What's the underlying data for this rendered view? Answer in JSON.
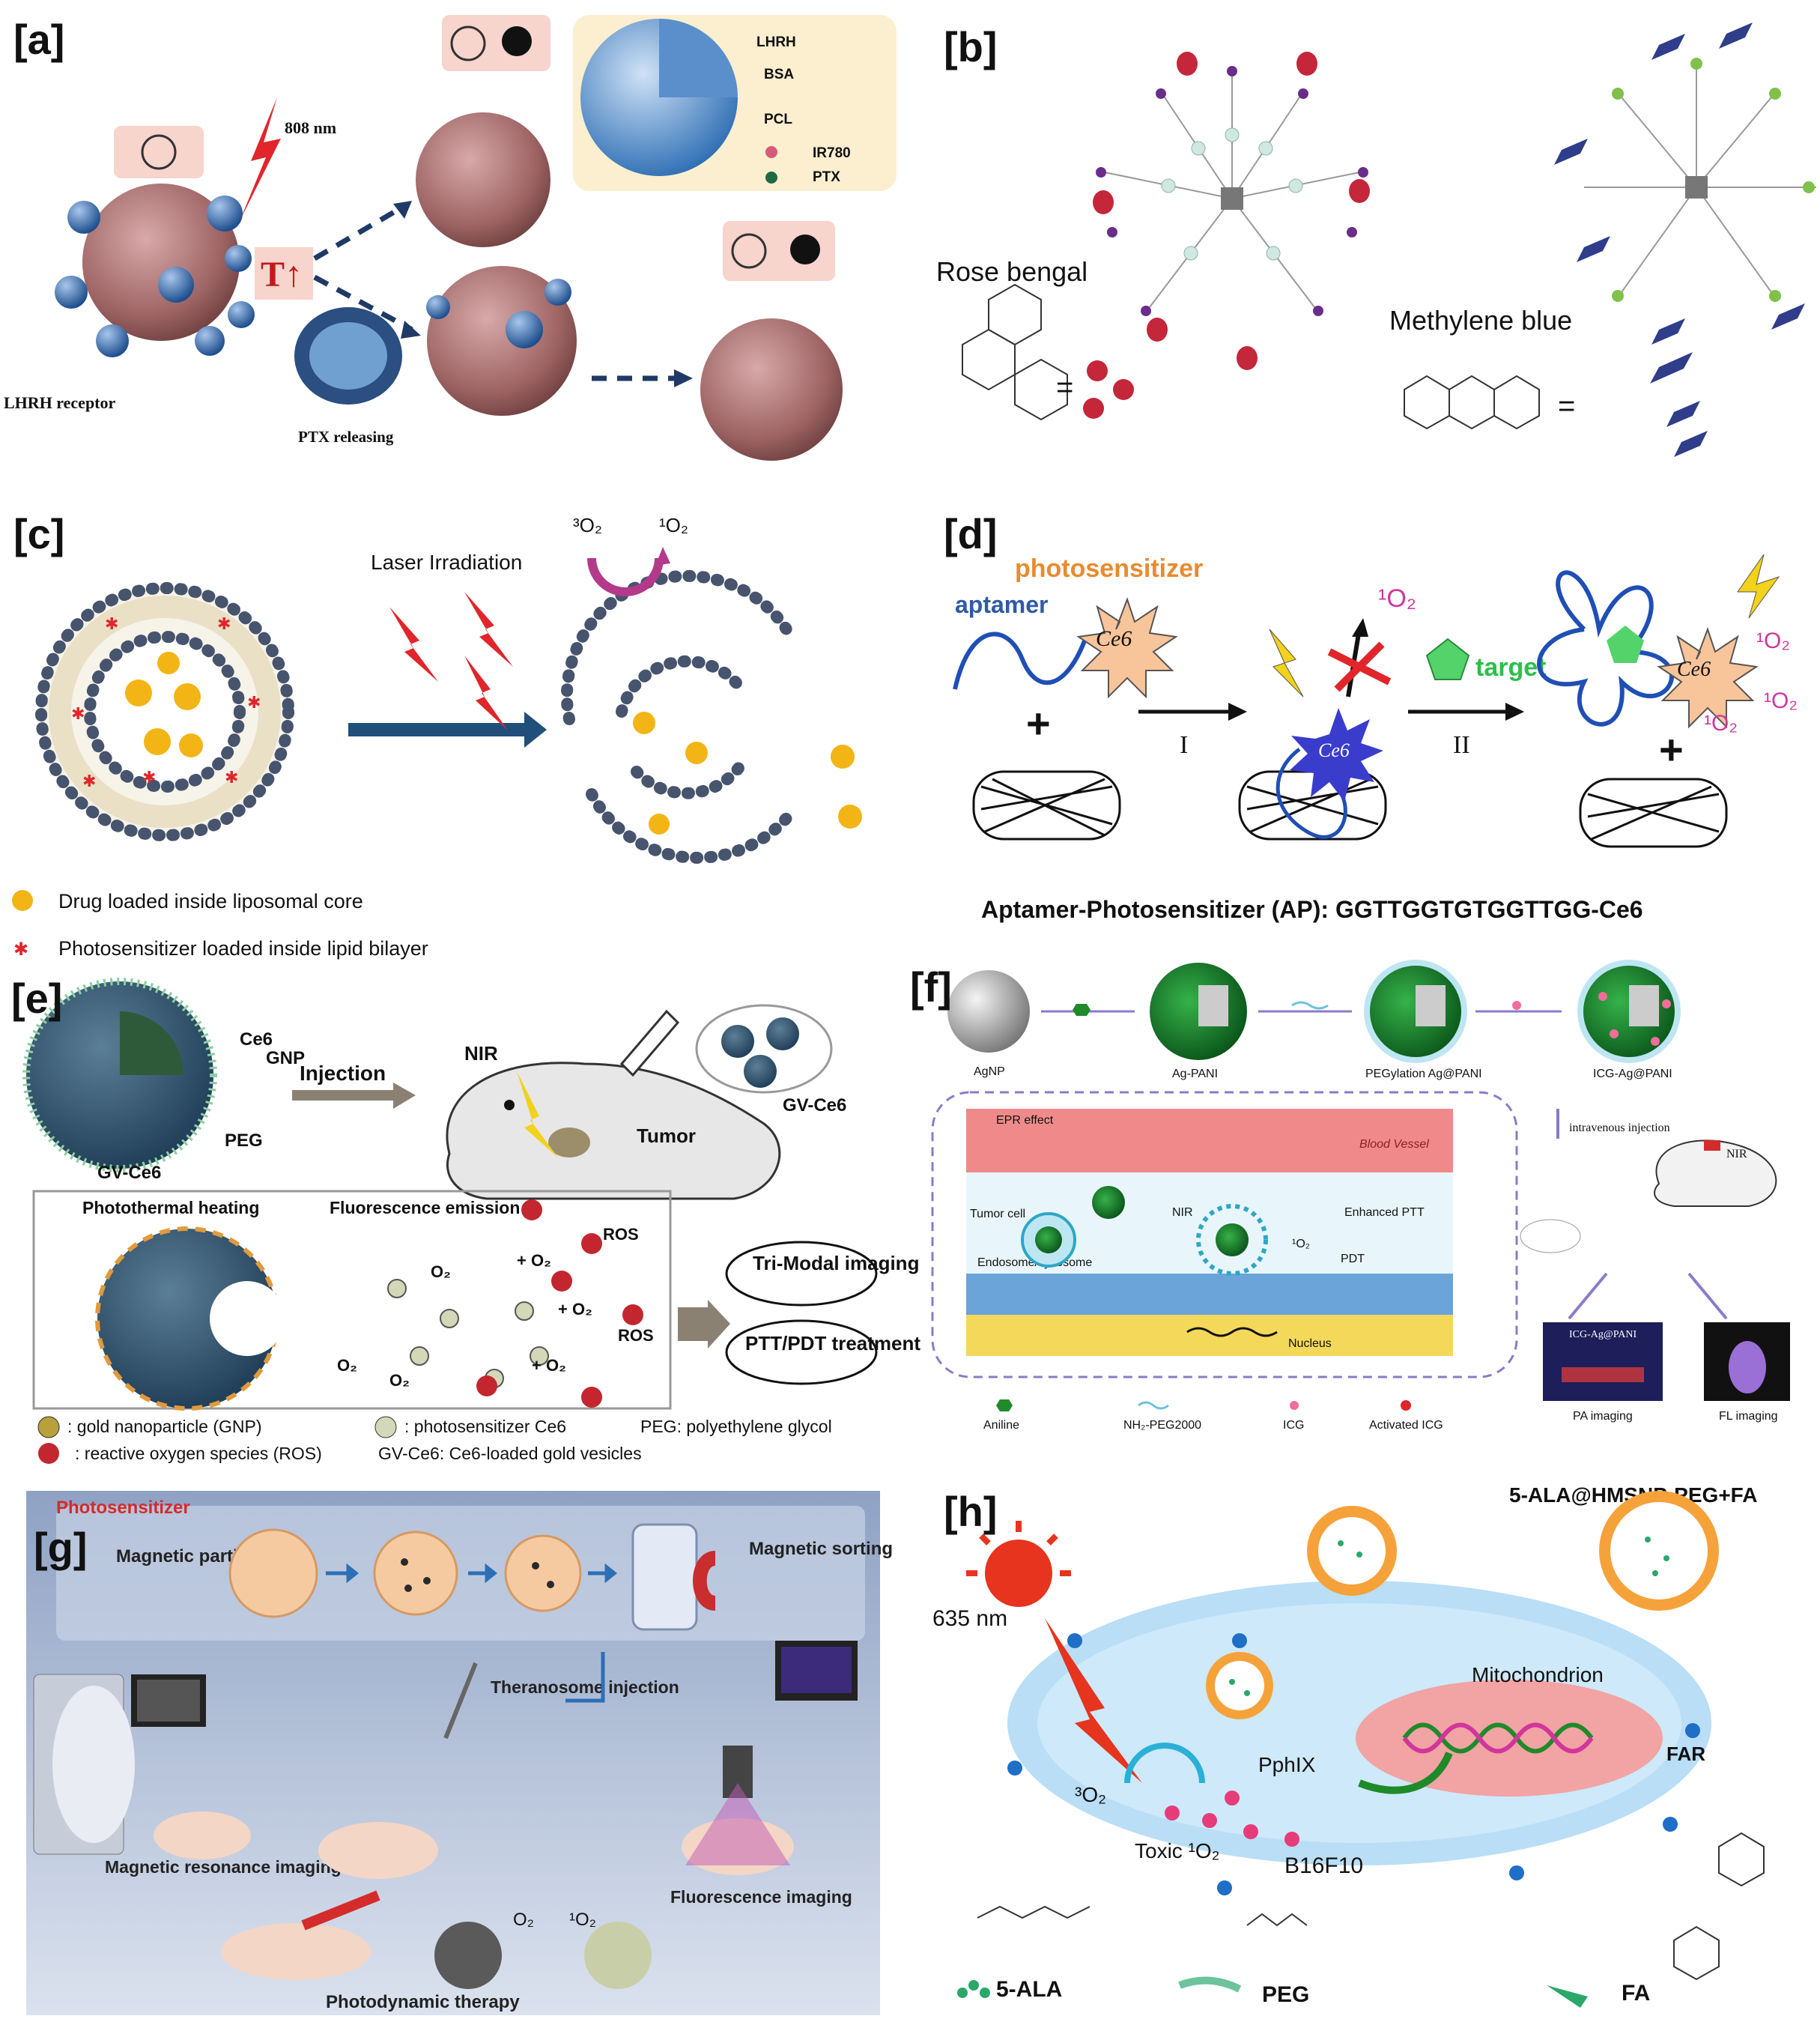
{
  "panels": {
    "a": {
      "label": "[a]",
      "laser": "808 nm",
      "receptor": "LHRH receptor",
      "temp": "T↑",
      "ptx_release": "PTX releasing",
      "legend": [
        "LHRH",
        "BSA",
        "PCL",
        "IR780",
        "PTX"
      ]
    },
    "b": {
      "label": "[b]",
      "dye1": "Rose bengal",
      "dye2": "Methylene blue",
      "equals": "="
    },
    "c": {
      "label": "[c]",
      "laser": "Laser Irradiation",
      "o2_triplet": "³O₂",
      "o2_singlet": "¹O₂",
      "legend_drug": "Drug loaded inside liposomal core",
      "legend_ps": "Photosensitizer loaded inside lipid bilayer"
    },
    "d": {
      "label": "[d]",
      "photosensitizer": "photosensitizer",
      "aptamer": "aptamer",
      "ce6": "Ce6",
      "o2": "¹O₂",
      "step1": "I",
      "step2": "II",
      "target": "target",
      "plus": "+",
      "caption": "Aptamer-Photosensitizer (AP): GGTTGGTGTGGTTGG-Ce6"
    },
    "e": {
      "label": "[e]",
      "ce6": "Ce6",
      "gnp": "GNP",
      "peg": "PEG",
      "gvce6": "GV-Ce6",
      "injection": "Injection",
      "nir": "NIR",
      "tumor": "Tumor",
      "gvce6_2": "GV-Ce6",
      "photothermal": "Photothermal heating",
      "fluorescence": "Fluorescence emission",
      "ros": "ROS",
      "o2": "O₂",
      "plus_o2": "+ O₂",
      "trimodal": "Tri-Modal imaging",
      "pttpdt": "PTT/PDT treatment",
      "legend_gnp": ": gold nanoparticle (GNP)",
      "legend_ce6": ": photosensitizer Ce6",
      "legend_peg": "PEG: polyethylene glycol",
      "legend_ros": ": reactive oxygen species (ROS)",
      "legend_gv": "GV-Ce6: Ce6-loaded gold vesicles"
    },
    "f": {
      "label": "[f]",
      "steps": [
        "AgNP",
        "Ag-PANI",
        "PEGylation Ag@PANI",
        "ICG-Ag@PANI"
      ],
      "epr": "EPR effect",
      "blood": "Blood Vessel",
      "tumor_cell": "Tumor cell",
      "nir": "NIR",
      "enhanced": "Enhanced PTT",
      "pdt": "PDT",
      "o2": "¹O₂",
      "endosome": "Endosome/Lysosome",
      "nucleus": "Nucleus",
      "iv": "intravenous injection",
      "nir2": "NIR",
      "pa_box": "ICG-Ag@PANI",
      "pa": "PA imaging",
      "fl": "FL imaging",
      "legend": [
        "Aniline",
        "NH₂-PEG2000",
        "ICG",
        "Activated ICG"
      ]
    },
    "g": {
      "label": "[g]",
      "photosensitizer": "Photosensitizer",
      "magnetic_particles": "Magnetic particles",
      "magnetic_sorting": "Magnetic sorting",
      "theranosome": "Theranosome injection",
      "mri": "Magnetic resonance imaging",
      "fluorescence": "Fluorescence imaging",
      "pdt": "Photodynamic therapy",
      "o2": "O₂",
      "o2s": "¹O₂"
    },
    "h": {
      "label": "[h]",
      "title": "5-ALA@HMSNP-PEG+FA",
      "nm": "635 nm",
      "mito": "Mitochondrion",
      "far": "FAR",
      "o2": "³O₂",
      "pphix": "PphIX",
      "toxic": "Toxic ¹O₂",
      "cell": "B16F10",
      "leg_ala": "5-ALA",
      "leg_peg": "PEG",
      "leg_fa": "FA"
    }
  },
  "colors": {
    "cell_pink": "#b27878",
    "nano_blue": "#3d6fb0",
    "arrow_navy": "#1f3a66",
    "red": "#e0262b",
    "gold": "#f2b515",
    "green": "#1f8a2a",
    "magenta": "#d0369c"
  }
}
